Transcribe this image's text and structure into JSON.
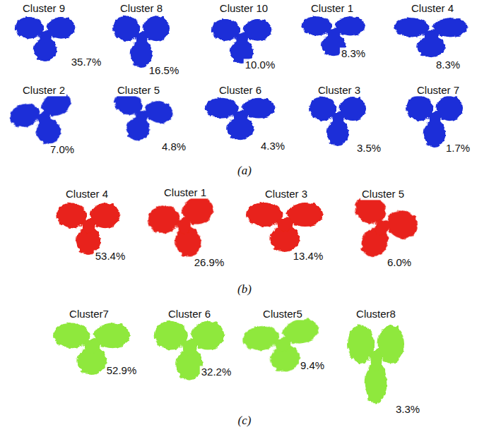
{
  "diagram": {
    "labels": [
      "Cluster 9",
      "35.7%",
      "Cluster 8",
      "16.5%",
      "Cluster 10",
      "10.0%",
      "Cluster 1",
      "8.3%",
      "Cluster 4",
      "8.3%",
      "Cluster 2",
      "7.0%",
      "Cluster 5",
      "4.8%",
      "Cluster 6",
      "4.3%",
      "Cluster 3",
      "3.5%",
      "Cluster 7",
      "1.7%",
      "(a)",
      "Cluster 4",
      "53.4%",
      "Cluster 1",
      "26.9%",
      "Cluster 3",
      "13.4%",
      "Cluster 5",
      "6.0%",
      "(b)",
      "Cluster7",
      "52.9%",
      "Cluster 6",
      "32.2%",
      "Cluster5",
      "9.4%",
      "Cluster8",
      "3.3%",
      "(c)"
    ]
  }
}
